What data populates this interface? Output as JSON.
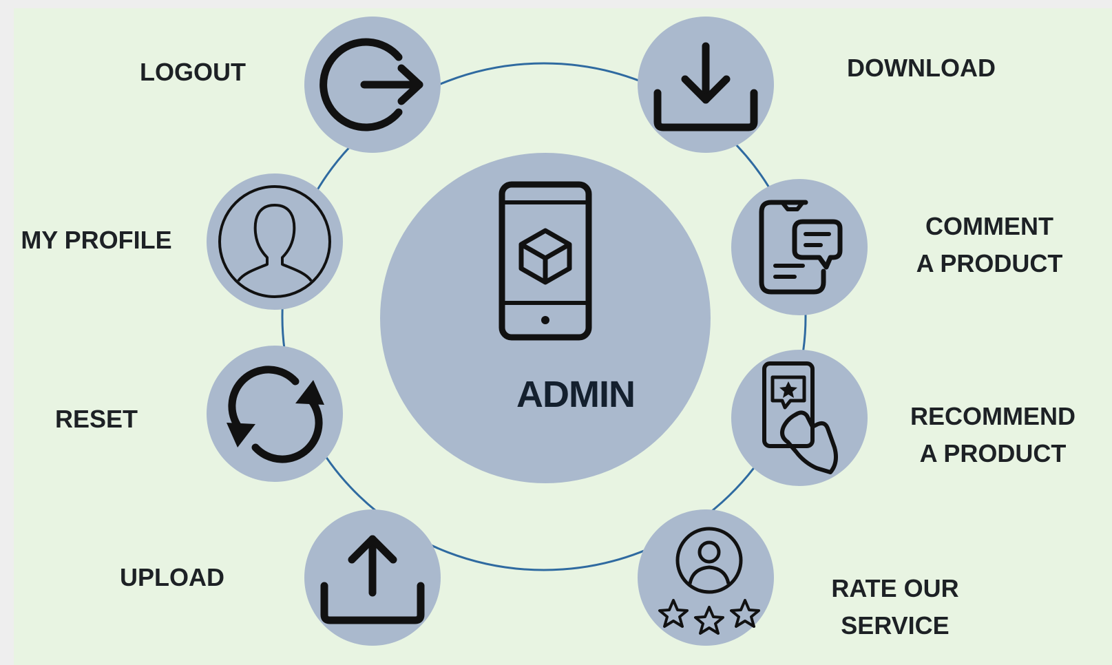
{
  "center": {
    "label": "ADMIN",
    "icon": "smartphone-box-icon"
  },
  "actions": {
    "logout": {
      "label": "LOGOUT",
      "icon": "logout-icon"
    },
    "profile": {
      "label": "MY PROFILE",
      "icon": "user-profile-icon"
    },
    "reset": {
      "label": "RESET",
      "icon": "refresh-icon"
    },
    "upload": {
      "label": "UPLOAD",
      "icon": "upload-icon"
    },
    "download": {
      "label": "DOWNLOAD",
      "icon": "download-icon"
    },
    "comment": {
      "line1": "COMMENT",
      "line2": "A PRODUCT",
      "icon": "phone-comment-icon"
    },
    "recommend": {
      "line1": "RECOMMEND",
      "line2": "A PRODUCT",
      "icon": "hand-phone-star-icon"
    },
    "rate": {
      "line1": "RATE OUR",
      "line2": "SERVICE",
      "icon": "user-rating-stars-icon"
    }
  },
  "colors": {
    "background": "#e8f4e2",
    "node": "#aab9cd",
    "ring": "#2f6aa0",
    "text": "#1d2125"
  }
}
